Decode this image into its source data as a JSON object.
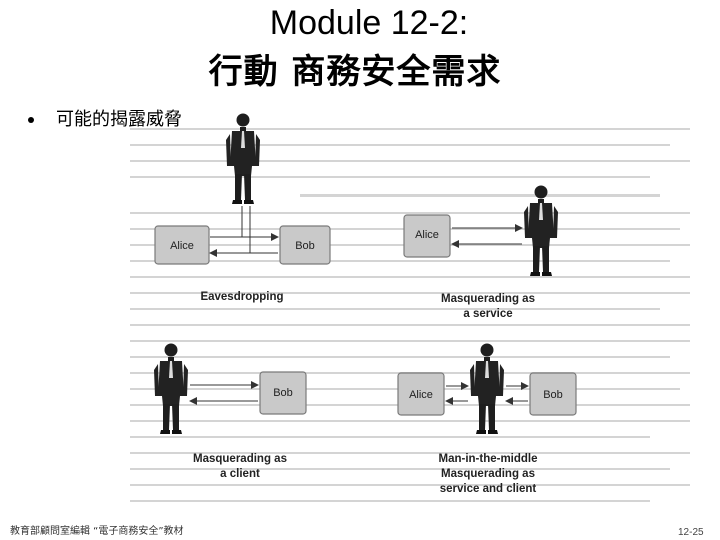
{
  "slide": {
    "title_line1": "Module 12-2:",
    "title_line2": "行動 商務安全需求",
    "bullet": "可能的揭露威脅",
    "footer_left": "教育部顧問室編輯 “電子商務安全”教材",
    "page_number": "12-25"
  },
  "figure": {
    "eavesdropping": {
      "left_box": "Alice",
      "right_box": "Bob",
      "caption": "Eavesdropping"
    },
    "service": {
      "box": "Alice",
      "caption_line1": "Masquerading as",
      "caption_line2": "a service"
    },
    "client": {
      "box": "Bob",
      "caption_line1": "Masquerading as",
      "caption_line2": "a client"
    },
    "mitm": {
      "left_box": "Alice",
      "right_box": "Bob",
      "caption_line1": "Man-in-the-middle",
      "caption_line2": "Masquerading as",
      "caption_line3": "service and client"
    }
  }
}
